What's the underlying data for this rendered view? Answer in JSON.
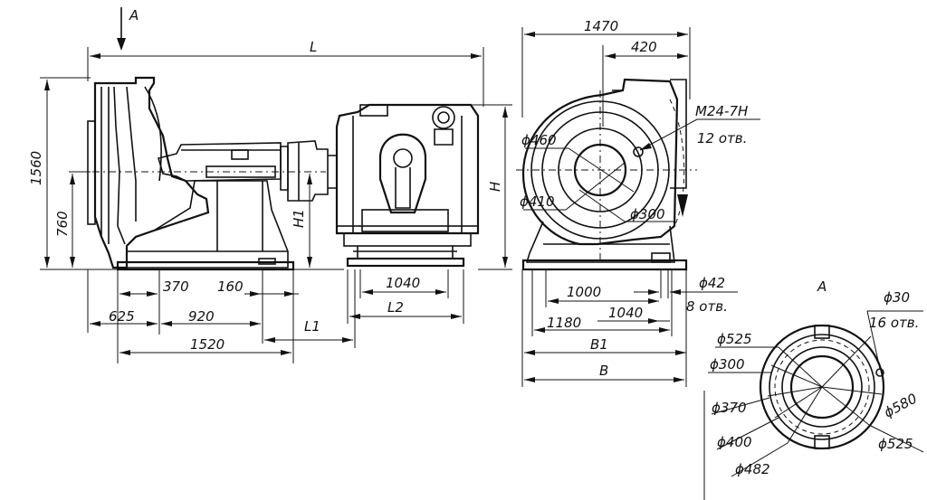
{
  "views": {
    "side": {
      "arrow_label": "A",
      "overall_length": "L",
      "overall_height": "1560",
      "axis_height": "760",
      "shaft_height": "H1",
      "total_height": "H",
      "base_370": "370",
      "base_160": "160",
      "base_625": "625",
      "base_920": "920",
      "base_1520": "1520",
      "l1": "L1",
      "motor_1040": "1040",
      "l2": "L2"
    },
    "front": {
      "width_1470": "1470",
      "width_420": "420",
      "thread": "M24-7H",
      "thread_holes": "12 отв.",
      "dia_460": "ϕ460",
      "dia_410": "ϕ410",
      "dia_300": "ϕ300",
      "dia_42": "ϕ42",
      "holes_8": "8 отв.",
      "dim_1000": "1000",
      "dim_1040": "1040",
      "dim_1180": "1180",
      "b1": "B1",
      "b": "B"
    },
    "flange": {
      "title": "A",
      "dia_30": "ϕ30",
      "holes_16": "16 отв.",
      "dia_525_top": "ϕ525",
      "dia_300": "ϕ300",
      "dia_370": "ϕ370",
      "dia_400": "ϕ400",
      "dia_482": "ϕ482",
      "dia_580": "ϕ580",
      "dia_525_bottom": "ϕ525"
    }
  }
}
